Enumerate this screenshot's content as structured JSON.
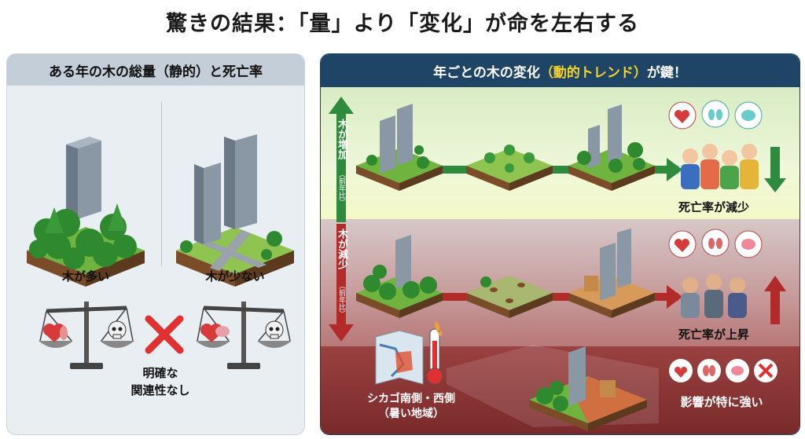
{
  "title": "驚きの結果：「量」より「変化」が命を左右する",
  "left_panel": {
    "header": "ある年の木の総量（静的）と死亡率",
    "scene_many": "木が多い",
    "scene_few": "木が少ない",
    "no_relation": [
      "明確な",
      "関連性なし"
    ]
  },
  "right_panel": {
    "header_pre": "年ごとの木の変化",
    "header_hl": "（動的トレンド）",
    "header_post": "が鍵！",
    "increase_label": "木が増加",
    "decrease_label": "木が減少",
    "yoy": "（前年比）",
    "mortality_down": "死亡率が減少",
    "mortality_up": "死亡率が上昇",
    "region": [
      "シカゴ南側・西側",
      "（暑い地域）"
    ],
    "strong_effect": "影響が特に強い"
  },
  "colors": {
    "up_arrow": "#2e8b3d",
    "down_arrow": "#b22a2a",
    "header_dark": "#1e4466",
    "highlight": "#f6d32b",
    "cross_red": "#e03030"
  },
  "icons": [
    "heart-icon",
    "lungs-icon",
    "brain-icon",
    "skull-icon",
    "thermometer-icon",
    "map-icon",
    "scale-icon",
    "cross-icon",
    "tree-icon",
    "building-icon"
  ]
}
